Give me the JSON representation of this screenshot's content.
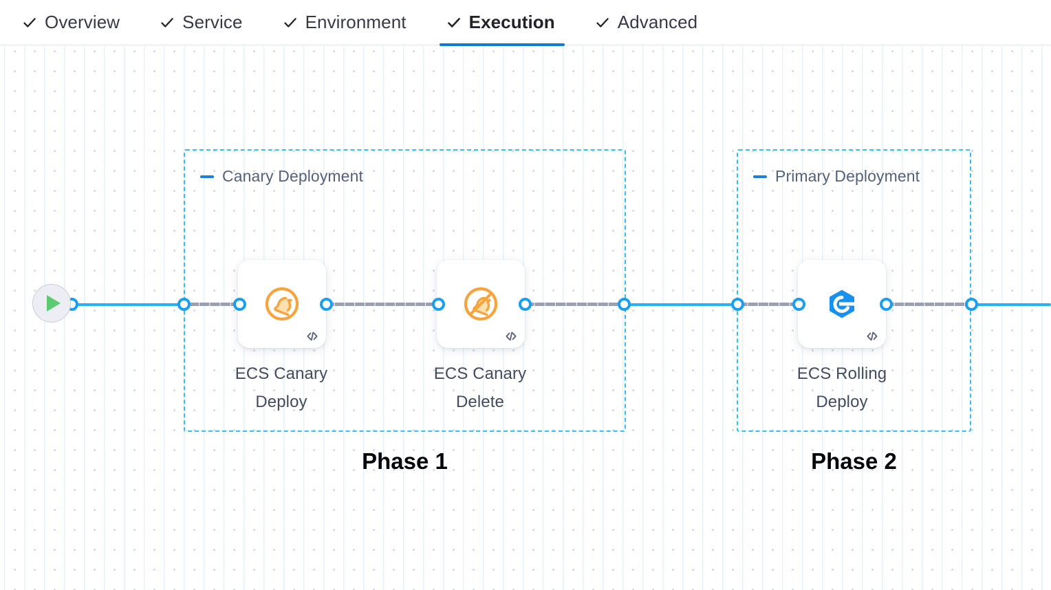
{
  "tabs": [
    {
      "label": "Overview",
      "icon": "check-icon",
      "active": false
    },
    {
      "label": "Service",
      "icon": "check-icon",
      "active": false
    },
    {
      "label": "Environment",
      "icon": "check-icon",
      "active": false
    },
    {
      "label": "Execution",
      "icon": "check-icon",
      "active": true
    },
    {
      "label": "Advanced",
      "icon": "check-icon",
      "active": false
    }
  ],
  "canvas": {
    "start_node": {
      "name": "pipeline-start",
      "icon": "play-icon"
    },
    "groups": [
      {
        "title": "Canary Deployment",
        "caption": "Phase 1",
        "collapse_icon": "minus-icon"
      },
      {
        "title": "Primary Deployment",
        "caption": "Phase 2",
        "collapse_icon": "minus-icon"
      }
    ],
    "nodes": [
      {
        "label": "ECS Canary Deploy",
        "icon": "canary-bird-icon",
        "badge": "code-badge-icon"
      },
      {
        "label": "ECS Canary Delete",
        "icon": "canary-bird-slashed-icon",
        "badge": "code-badge-icon"
      },
      {
        "label": "ECS Rolling Deploy",
        "icon": "rolling-deploy-icon",
        "badge": "code-badge-icon"
      }
    ]
  },
  "colors": {
    "accent_blue": "#0b7cd1",
    "edge_blue": "#2bb0f0",
    "group_border": "#38bdf8",
    "edge_dashed_gray": "#9aa0b0",
    "canary_orange": "#f9a03c",
    "rolling_blue": "#1890ef",
    "play_green": "#5ecb74",
    "label_gray": "#444b5e"
  }
}
